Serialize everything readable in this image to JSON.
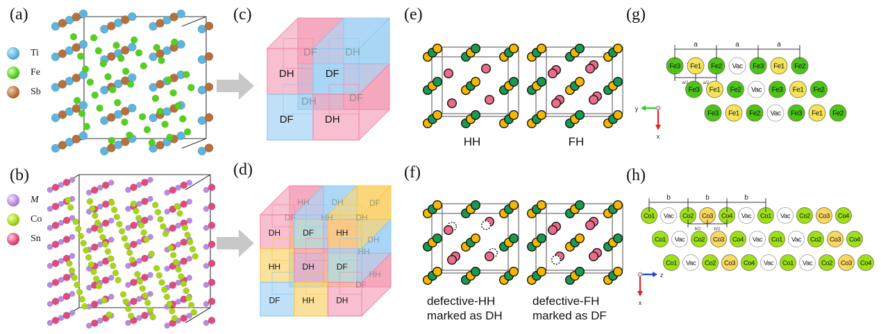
{
  "panels": {
    "a": {
      "label": "(a)",
      "legend": [
        {
          "element": "Ti",
          "color": "#5fb4dc"
        },
        {
          "element": "Fe",
          "color": "#55d01e"
        },
        {
          "element": "Sb",
          "color": "#b8703a"
        }
      ]
    },
    "b": {
      "label": "(b)",
      "legend": [
        {
          "element": "M",
          "color": "#b98ae0",
          "italic": true
        },
        {
          "element": "Co",
          "color": "#a8d41a"
        },
        {
          "element": "Sn",
          "color": "#e04a7d"
        }
      ]
    },
    "c": {
      "label": "(c)",
      "front_labels": [
        "DH",
        "DF",
        "DF",
        "DH"
      ],
      "back_labels": [
        "DF",
        "DH",
        "DH",
        "DF"
      ],
      "colors": {
        "DH": "#f08aa8",
        "DF": "#8ec8f2"
      }
    },
    "d": {
      "label": "(d)",
      "front_grid": [
        [
          "DH",
          "DF",
          "HH"
        ],
        [
          "HH",
          "DH",
          "DF"
        ],
        [
          "DF",
          "HH",
          "DH"
        ]
      ],
      "back_labels": [
        "HH",
        "DH",
        "DF",
        "DF",
        "HH",
        "DH",
        "DH",
        "HH",
        "HH",
        "DF"
      ],
      "colors": {
        "DH": "#f08aa8",
        "DF": "#8ec8f2",
        "HH": "#f8c84a"
      }
    },
    "e": {
      "label": "(e)",
      "structures": [
        {
          "caption": "HH",
          "type": "half-heusler"
        },
        {
          "caption": "FH",
          "type": "full-heusler"
        }
      ]
    },
    "f": {
      "label": "(f)",
      "structures": [
        {
          "caption_line1": "defective-HH",
          "caption_line2": "marked as DH"
        },
        {
          "caption_line1": "defective-FH",
          "caption_line2": "marked as DF"
        }
      ]
    },
    "g": {
      "label": "(g)",
      "lattice_label": "a",
      "half_label": "a/2",
      "rows": [
        [
          "Fe3",
          "Fe1",
          "Fe2",
          "Vac",
          "Fe3",
          "Fe1",
          "Fe2"
        ],
        [
          "Fe3",
          "Fe1",
          "Fe2",
          "Vac",
          "Fe3",
          "Fe1",
          "Fe2"
        ],
        [
          "Fe3",
          "Fe1",
          "Fe2",
          "Vac",
          "Fe3",
          "Fe1",
          "Fe2"
        ]
      ],
      "axes": {
        "horizontal": "y",
        "vertical": "x"
      }
    },
    "h": {
      "label": "(h)",
      "lattice_label": "b",
      "half_label": "b/2",
      "rows": [
        [
          "Co1",
          "Vac",
          "Co2",
          "Co3",
          "Co4",
          "Vac",
          "Co1",
          "Vac",
          "Co2",
          "Co3",
          "Co4"
        ],
        [
          "Co1",
          "Vac",
          "Co2",
          "Co3",
          "Co4",
          "Vac",
          "Co1",
          "Vac",
          "Co2",
          "Co3",
          "Co4"
        ],
        [
          "Co1",
          "Vac",
          "Co2",
          "Co3",
          "Co4",
          "Vac",
          "Co1",
          "Vac",
          "Co2",
          "Co3",
          "Co4"
        ]
      ],
      "axes": {
        "horizontal": "z",
        "vertical": "x"
      }
    }
  },
  "colors": {
    "arrow": "#c8c8c8",
    "site_green_g": "#4cc41a",
    "site_yellow": "#f5e45a",
    "site_green_h": "#9ee01a",
    "site_yellow_h": "#f8d860",
    "vacancy": "#ffffff",
    "atom_yellow": "#f5b800",
    "atom_green": "#1a9a50",
    "atom_pink": "#ec6c8a",
    "axis_green": "#2ecc2e",
    "axis_red": "#e02020",
    "axis_blue": "#2040e0"
  }
}
